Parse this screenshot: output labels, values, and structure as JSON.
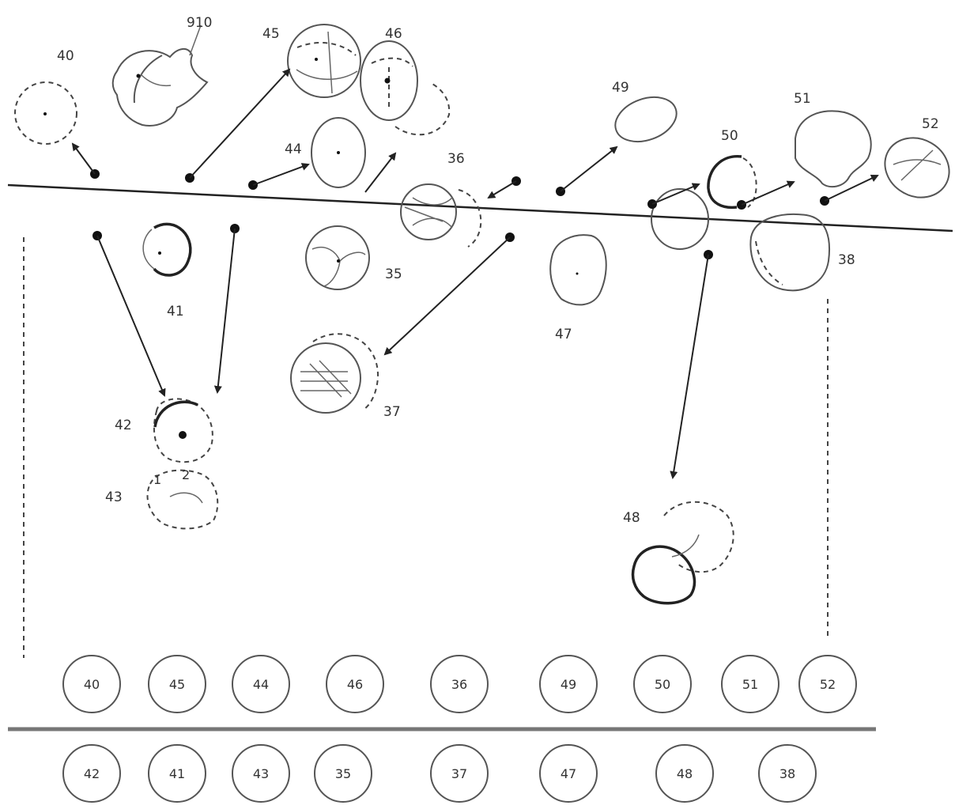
{
  "labels": {
    "l40": "40",
    "l910": "910",
    "l45": "45",
    "l46": "46",
    "l44": "44",
    "l36": "36",
    "l49": "49",
    "l51": "51",
    "l50": "50",
    "l52": "52",
    "l35": "35",
    "l38": "38",
    "l41": "41",
    "l47": "47",
    "l37": "37",
    "l42": "42",
    "l43": "43",
    "l48": "48"
  },
  "top_row": [
    "40",
    "45",
    "44",
    "46",
    "36",
    "49",
    "50",
    "51",
    "52"
  ],
  "bottom_row": [
    "42",
    "41",
    "43",
    "35",
    "37",
    "47",
    "48",
    "38"
  ],
  "sub_labels": {
    "s42a": "1",
    "s42b": "2"
  },
  "colors": {
    "stroke": "#555555",
    "dark": "#222222",
    "background": "#ffffff"
  }
}
